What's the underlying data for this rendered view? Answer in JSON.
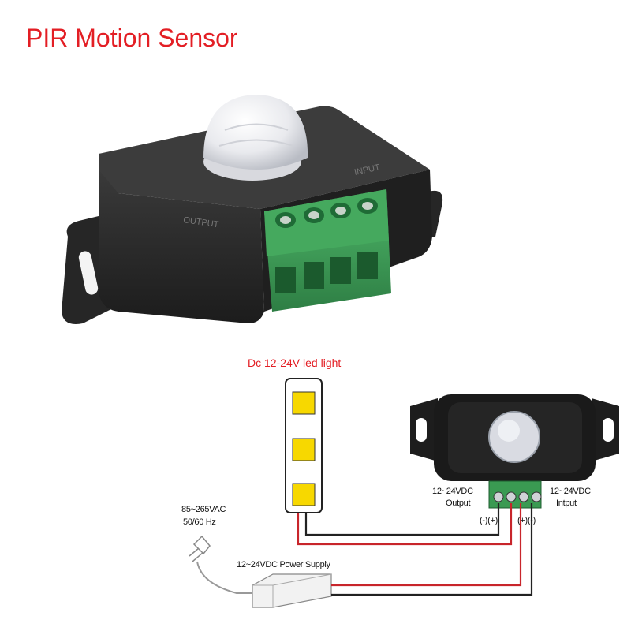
{
  "title": "PIR Motion Sensor",
  "product": {
    "label_output": "OUTPUT",
    "label_input": "INPUT",
    "label_minus": "-",
    "label_plus": "+"
  },
  "diagram": {
    "led_title": "Dc 12-24V led light",
    "ac_voltage": "85~265VAC",
    "ac_freq": "50/60 Hz",
    "power_supply": "12~24VDC Power Supply",
    "output_voltage": "12~24VDC",
    "output_label": "Output",
    "input_voltage": "12~24VDC",
    "input_label": "Intput",
    "polarity_out": "(-)(+)",
    "polarity_in": "(+)(-)"
  },
  "colors": {
    "title_red": "#e31e24",
    "housing": "#2b2b2b",
    "terminal_green": "#3a9a52",
    "led_yellow": "#f7d800",
    "wire_red": "#c8252b",
    "wire_black": "#222222"
  }
}
